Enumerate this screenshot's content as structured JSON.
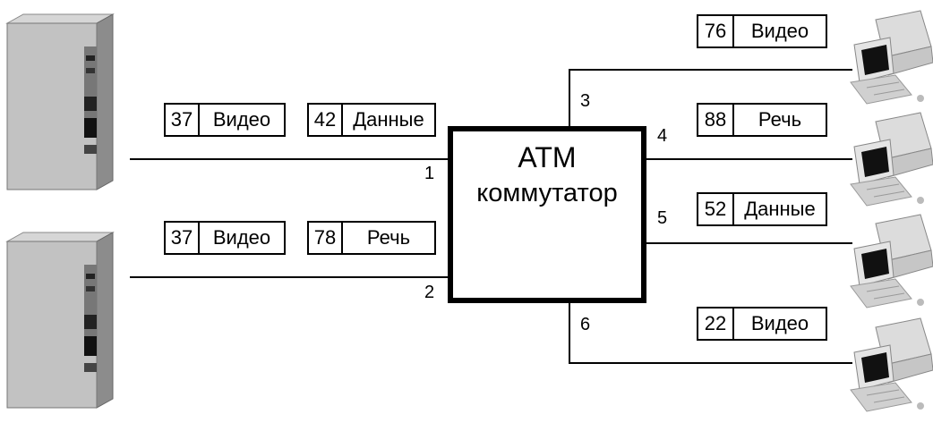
{
  "switch": {
    "line1": "ATM",
    "line2": "коммутатор"
  },
  "ports": {
    "p1": "1",
    "p2": "2",
    "p3": "3",
    "p4": "4",
    "p5": "5",
    "p6": "6"
  },
  "cells": {
    "in1_a": {
      "vc": "37",
      "type": "Видео"
    },
    "in1_b": {
      "vc": "42",
      "type": "Данные"
    },
    "in2_a": {
      "vc": "37",
      "type": "Видео"
    },
    "in2_b": {
      "vc": "78",
      "type": "Речь"
    },
    "out3": {
      "vc": "76",
      "type": "Видео"
    },
    "out4": {
      "vc": "88",
      "type": "Речь"
    },
    "out5": {
      "vc": "52",
      "type": "Данные"
    },
    "out6": {
      "vc": "22",
      "type": "Видео"
    }
  },
  "icons": {
    "server": "server-tower-icon",
    "workstation": "computer-workstation-icon"
  }
}
